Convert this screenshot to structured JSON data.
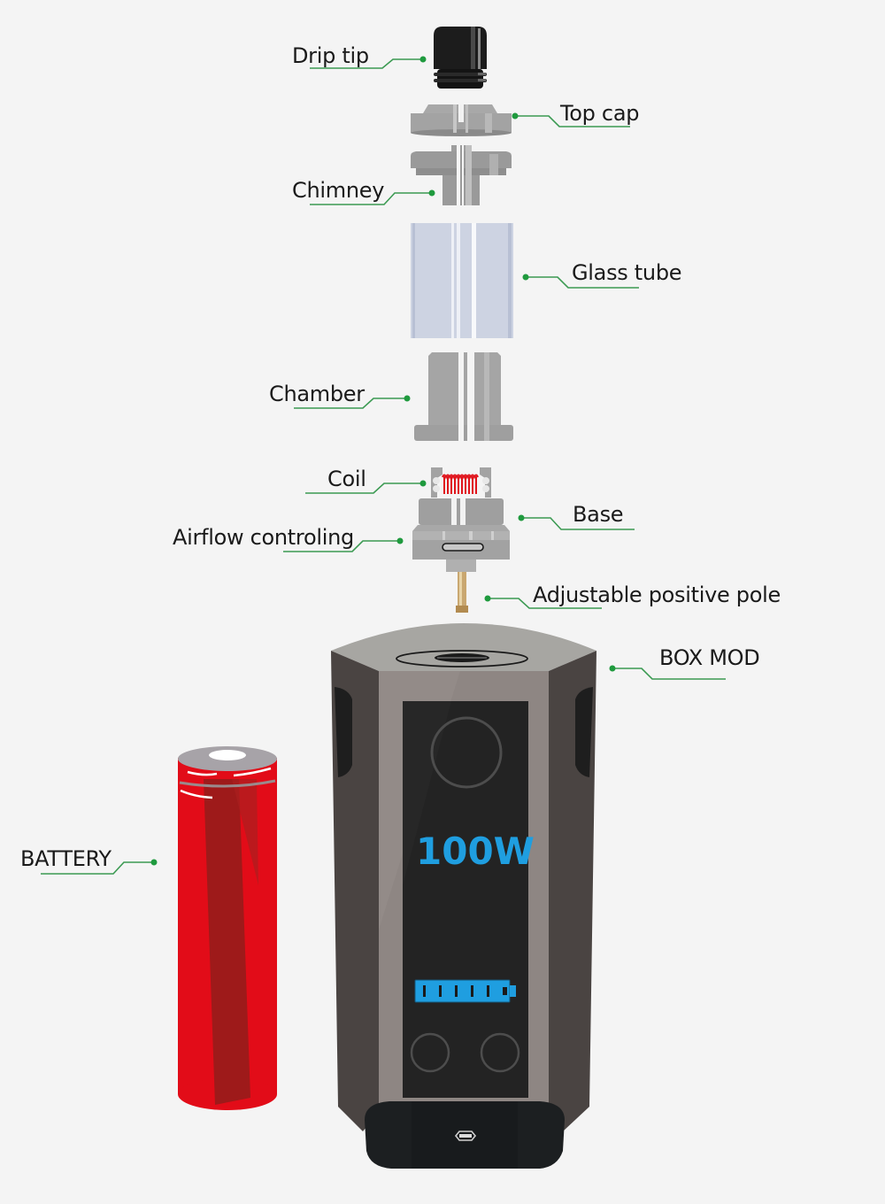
{
  "diagram": {
    "type": "exploded-view",
    "subject": "Vape box mod with atomizer components",
    "leader_color": "#2e9a4a",
    "dot_color": "#1f9a3e",
    "background": "#f4f4f4"
  },
  "labels": {
    "drip_tip": "Drip tip",
    "top_cap": "Top cap",
    "chimney": "Chimney",
    "glass_tube": "Glass tube",
    "chamber": "Chamber",
    "coil": "Coil",
    "base": "Base",
    "airflow": "Airflow controling",
    "positive_pole": "Adjustable positive pole",
    "box_mod": "BOX MOD",
    "battery": "BATTERY"
  },
  "screen": {
    "wattage": "100W",
    "wattage_color": "#1f9ee0",
    "battery_bars": 5
  },
  "colors": {
    "metal": "#a6a6a6",
    "metal_dark": "#8f8f8f",
    "glass": "#cdd3e2",
    "mod_body": "#8e8683",
    "mod_side": "#4a4442",
    "screen": "#232323",
    "battery_red": "#e20c18",
    "battery_dark": "#9e1a1a",
    "coil_red": "#e0141c"
  }
}
